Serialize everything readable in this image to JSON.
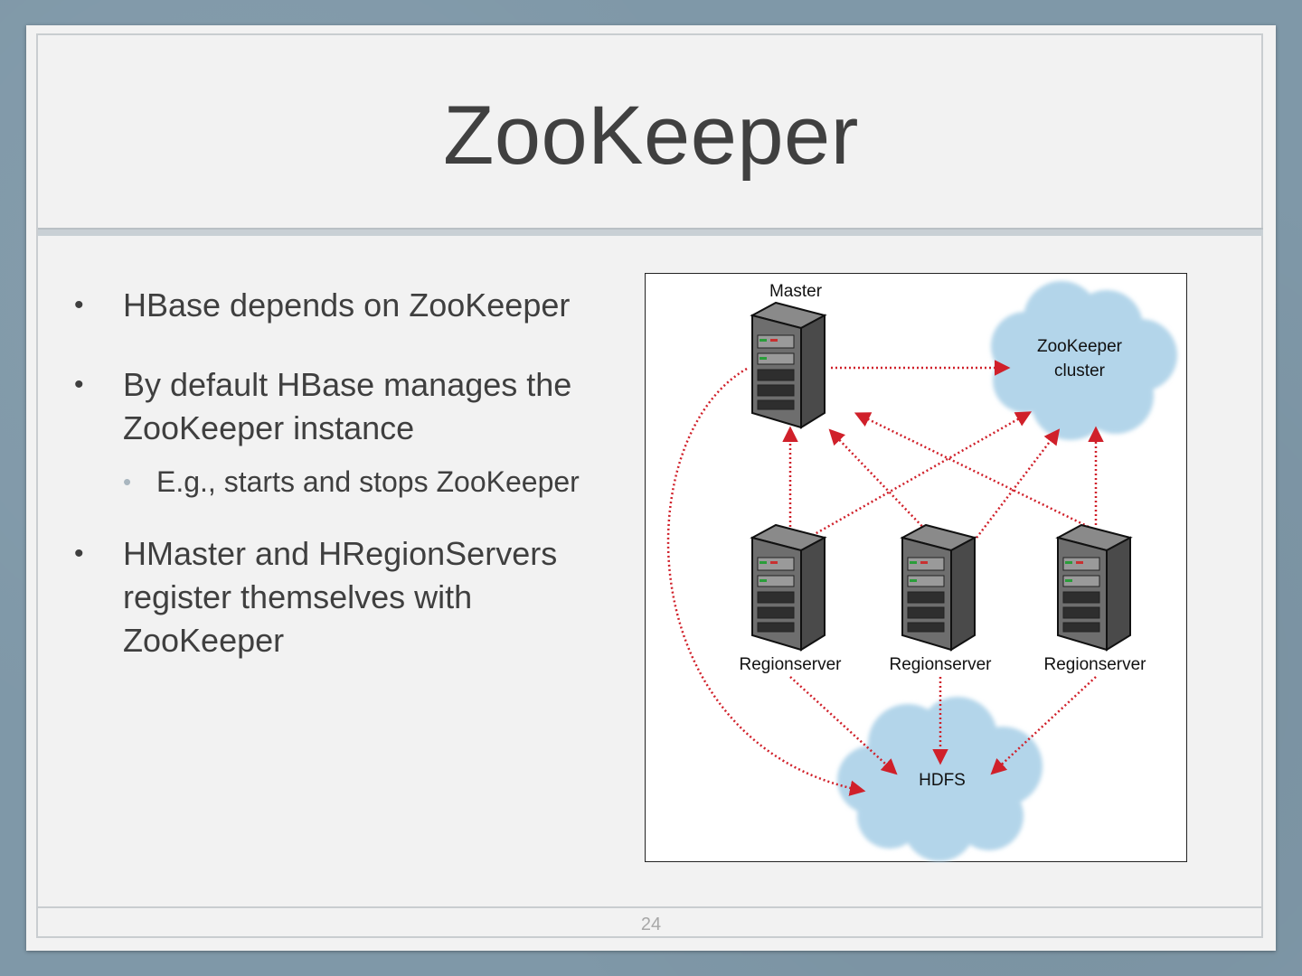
{
  "slide": {
    "title": "ZooKeeper",
    "page_number": "24"
  },
  "bullets": [
    {
      "text": "HBase depends on ZooKeeper",
      "sub": []
    },
    {
      "text": "By default HBase manages the ZooKeeper instance",
      "sub": [
        "E.g., starts and stops ZooKeeper"
      ]
    },
    {
      "text": "HMaster and HRegionServers register themselves with ZooKeeper",
      "sub": []
    }
  ],
  "diagram": {
    "master_label": "Master",
    "zookeeper_label_line1": "ZooKeeper",
    "zookeeper_label_line2": "cluster",
    "regionserver_labels": [
      "Regionserver",
      "Regionserver",
      "Regionserver"
    ],
    "hdfs_label": "HDFS",
    "colors": {
      "arrow": "#d0202a",
      "cloud": "#b3d5ea",
      "server_body": "#5a5a5a"
    }
  }
}
